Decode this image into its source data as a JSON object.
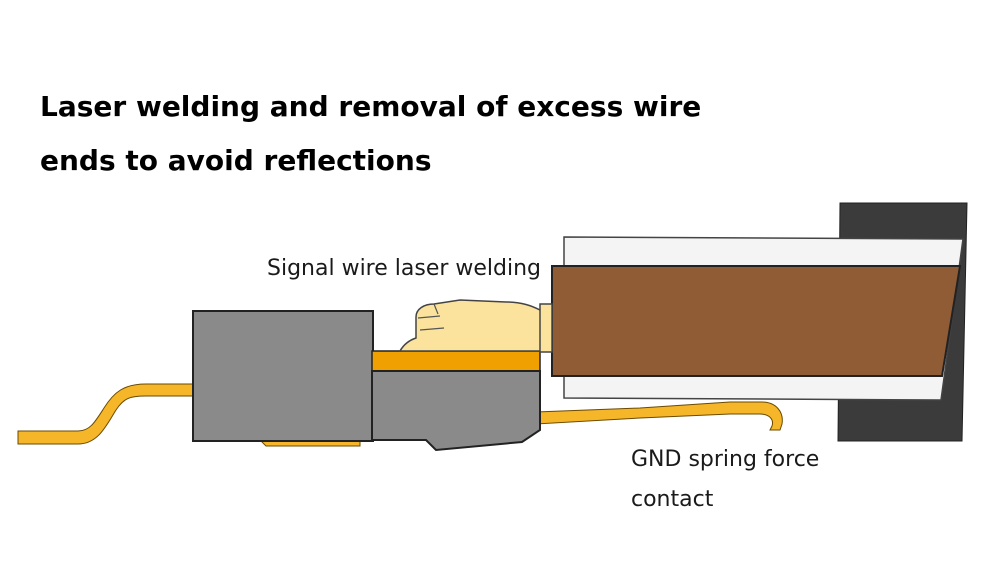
{
  "title": {
    "line1": "Laser welding and removal of excess wire",
    "line2": "ends to avoid reflections"
  },
  "labels": {
    "signal_weld": "Signal wire laser welding",
    "gnd_line1": "GND spring force",
    "gnd_line2": "contact"
  },
  "colors": {
    "cable_jacket": "#8f5c36",
    "cable_insulation": "#f4f4f4",
    "clamp": "#3b3b3b",
    "housing": "#8a8a8a",
    "wire": "#f5b62a",
    "contact_strip": "#f0a000",
    "weld_blob": "#fbe39d"
  }
}
